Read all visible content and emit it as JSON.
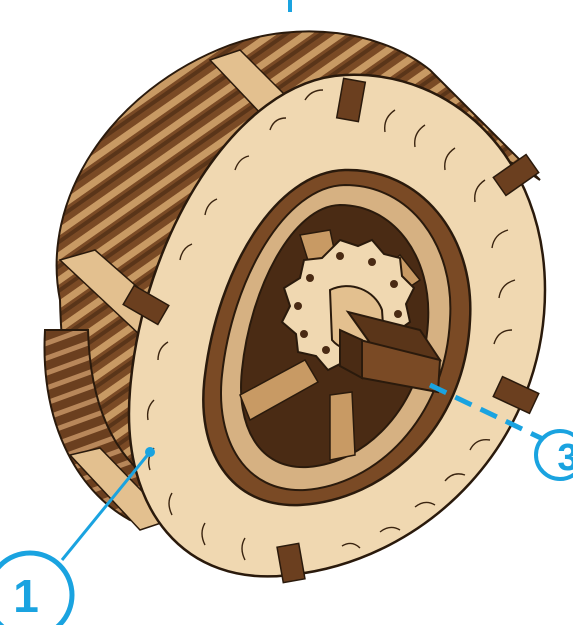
{
  "diagram": {
    "part": "wooden-wheel-assembly",
    "callouts": [
      {
        "id": "callout-1",
        "label": "1",
        "target": "tire-sidewall"
      },
      {
        "id": "callout-3",
        "label": "3",
        "target": "axle"
      }
    ]
  },
  "colors": {
    "callout": "#1aa3e0",
    "light_wood": "#f0d8b1",
    "medium_wood": "#d6b182",
    "dark_wood": "#7a4a25",
    "darkest_wood": "#4a2b14",
    "outline": "#2a1a0c"
  }
}
